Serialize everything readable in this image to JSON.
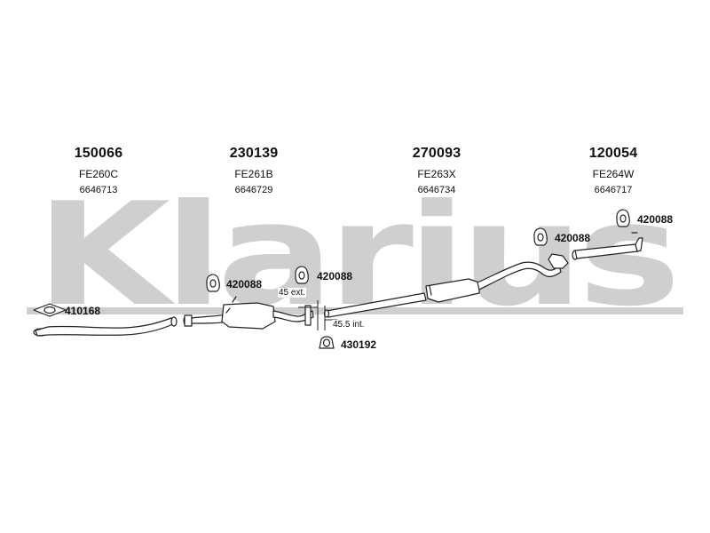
{
  "watermark": {
    "text": "Klarius",
    "color": "#c8c8c8"
  },
  "parts": [
    {
      "number": "150066",
      "code": "FE260C",
      "ref": "6646713"
    },
    {
      "number": "230139",
      "code": "FE261B",
      "ref": "6646729"
    },
    {
      "number": "270093",
      "code": "FE263X",
      "ref": "6646734"
    },
    {
      "number": "120054",
      "code": "FE264W",
      "ref": "6646717"
    }
  ],
  "fittings": {
    "gasket": "410168",
    "mount_a": "420088",
    "mount_b": "420088",
    "mount_c": "420088",
    "mount_d": "420088",
    "clamp": "430192"
  },
  "dimensions": {
    "ext": "45 ext.",
    "int": "45.5 int."
  },
  "colors": {
    "line": "#222222",
    "pipe_fill": "#ffffff"
  }
}
